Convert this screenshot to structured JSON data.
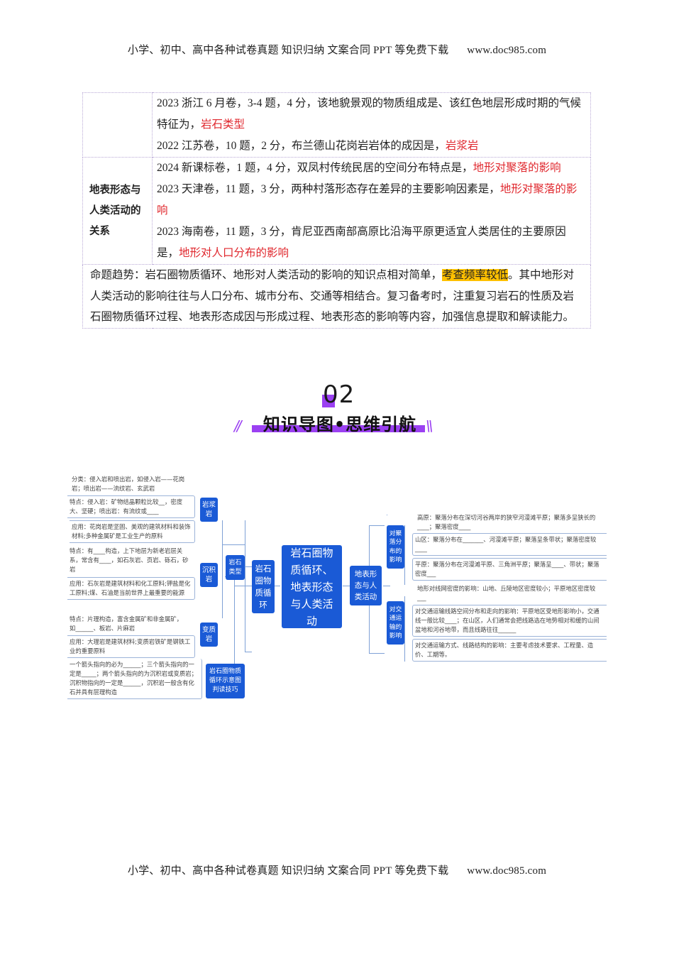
{
  "page_header": {
    "text": "小学、初中、高中各种试卷真题  知识归纳  文案合同  PPT 等免费下载",
    "url": "www.doc985.com"
  },
  "page_footer": {
    "text": "小学、初中、高中各种试卷真题  知识归纳  文案合同  PPT 等免费下载",
    "url": "www.doc985.com"
  },
  "exam_table": {
    "rows": [
      {
        "category": "",
        "items": [
          {
            "text": "2023 浙江 6 月卷，3-4 题，4 分，该地貌景观的物质组成是、该红色地层形成时期的气候特征为，",
            "answer": "岩石类型"
          },
          {
            "text": "2022 江苏卷，10 题，2 分，布兰德山花岗岩岩体的成因是，",
            "answer": "岩浆岩"
          }
        ]
      },
      {
        "category": "地表形态与人类活动的关系",
        "items": [
          {
            "text": "2024 新课标卷，1 题，4 分，双凤村传统民居的空间分布特点是，",
            "answer": "地形对聚落的影响"
          },
          {
            "text": "2023 天津卷，11 题，3 分，两种村落形态存在差异的主要影响因素是，",
            "answer": "地形对聚落的影响"
          },
          {
            "text": "2023 海南卷，11 题，3 分，肯尼亚西南部高原比沿海平原更适宜人类居住的主要原因是，",
            "answer": "地形对人口分布的影响"
          }
        ]
      }
    ],
    "trend": {
      "prefix": "命题趋势：岩石圈物质循环、地形对人类活动的影响的知识点相对简单，",
      "highlight": "考查频率较低",
      "suffix": "。其中地形对人类活动的影响往往与人口分布、城市分布、交通等相结合。复习备考时，注重复习岩石的性质及岩石圈物质循环过程、地表形态成因与形成过程、地表形态的影响等内容，加强信息提取和解读能力。"
    }
  },
  "section_heading": {
    "number": "02",
    "title": "知识导图•思维引航",
    "accent_color": "#9b40f2"
  },
  "mind_map": {
    "center": "岩石圈物质循环、地表形态与人类活动",
    "left_branch": {
      "label": "岩石圈物质循环",
      "sub": {
        "label": "岩石类型",
        "children": [
          {
            "label": "岩浆岩",
            "leaves": [
              "分类：侵入岩和喷出岩，如侵入岩——花岗岩；喷出岩——流纹岩、玄武岩",
              "特点：侵入岩：矿物结晶颗粒比较__，密度大、坚硬；喷出岩：有流纹或____",
              "应用：花岗岩是坚固、美观的建筑材料和装饰材料;多种金属矿是工业生产的原料"
            ]
          },
          {
            "label": "沉积岩",
            "leaves": [
              "特点：有____构造，上下地层为新老岩层关系，常含有____，如石灰岩、页岩、砾石，砂岩",
              "应用：石灰岩是建筑材料和化工原料;钾盐是化工原料;煤、石油是当前世界上最重要的能源"
            ]
          },
          {
            "label": "变质岩",
            "leaves": [
              "特点：片理构造，富含金属矿和非金属矿，如______、板岩、片麻岩",
              "应用：大理岩是建筑材料;变质岩铁矿是钢铁工业的重要原料"
            ]
          }
        ]
      },
      "tip": {
        "label": "岩石圈物质循环示意图判读技巧",
        "leaf": "一个箭头指向的必为______；三个箭头指向的一定是_____；两个箭头指向的为沉积岩或变质岩；沉积物指向的一定是______，沉积岩一般含有化石并具有层理构造"
      }
    },
    "right_branch": {
      "label": "地表形态与人类活动",
      "children": [
        {
          "label": "对聚落分布的影响",
          "leaves": [
            "高原：聚落分布在深切河谷两岸的狭窄河漫滩平原；聚落多呈狭长的____；聚落密度____",
            "山区：聚落分布在_______、河漫滩平原；聚落呈条带状；聚落密度较____",
            "平原：聚落分布在河漫滩平原、三角洲平原；聚落呈____、带状；聚落密度___"
          ]
        },
        {
          "label": "对交通运输的影响",
          "leaves": [
            "地形对线网密度的影响：山地、丘陵地区密度较小；平原地区密度较___",
            "对交通运输线路空间分布和走向的影响：平原地区受地形影响小，交通线一般比较____；在山区，人们通常会把线路选在地势相对和缓的山间盆地和河谷地带，而且线路往往______",
            "对交通运输方式、线路结构的影响：主要考虑技术要求、工程量、造价、工期等。"
          ]
        }
      ]
    },
    "node_color": "#1a5ad6"
  }
}
